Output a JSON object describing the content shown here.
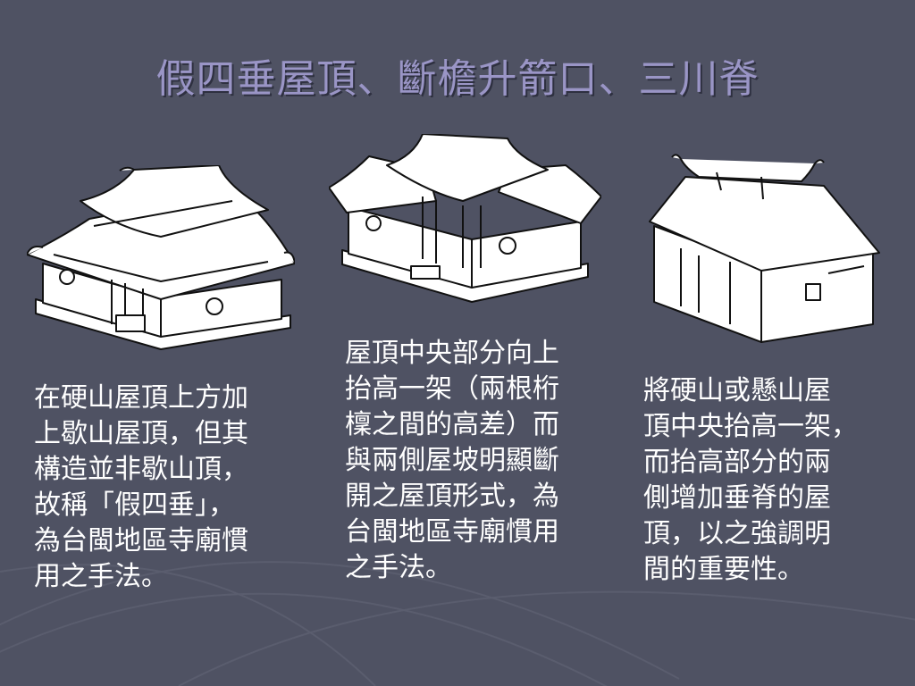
{
  "slide": {
    "title": "假四垂屋頂、斷檐升箭口、三川脊",
    "captions": {
      "left": "在硬山屋頂上方加\n上歇山屋頂，但其\n構造並非歇山頂，\n故稱「假四垂」，\n為台閩地區寺廟慣\n用之手法。",
      "middle": "屋頂中央部分向上\n抬高一架（兩根桁\n檁之間的高差）而\n與兩側屋坡明顯斷\n開之屋頂形式，為\n台閩地區寺廟慣用\n之手法。",
      "right": "將硬山或懸山屋\n頂中央抬高一架，\n而抬高部分的兩\n側增加垂脊的屋\n頂，以之強調明\n間的重要性。"
    }
  },
  "colors": {
    "background": "#4f5263",
    "title": "#9a95c6",
    "caption": "#ffffff"
  }
}
